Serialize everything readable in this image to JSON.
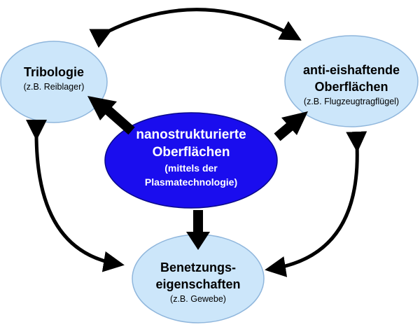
{
  "nodes": {
    "center": {
      "line1": "nanostrukturierte",
      "line2": "Oberflächen",
      "line3": "(mittels der",
      "line4": "Plasmatechnologie)"
    },
    "tribologie": {
      "title": "Tribologie",
      "subtitle": "(z.B. Reiblager)"
    },
    "anti_eis": {
      "title_line1": "anti-eishaftende",
      "title_line2": "Oberflächen",
      "subtitle": "(z.B. Flugzeugtragflügel)"
    },
    "benetzung": {
      "title_line1": "Benetzungs-",
      "title_line2": "eigenschaften",
      "subtitle": "(z.B. Gewebe)"
    }
  },
  "colors": {
    "outer_fill": "#cce6fa",
    "outer_stroke": "#8fb6dc",
    "center_fill": "#1a0dee",
    "center_stroke": "#0a0a8a",
    "arrow": "#000000"
  }
}
